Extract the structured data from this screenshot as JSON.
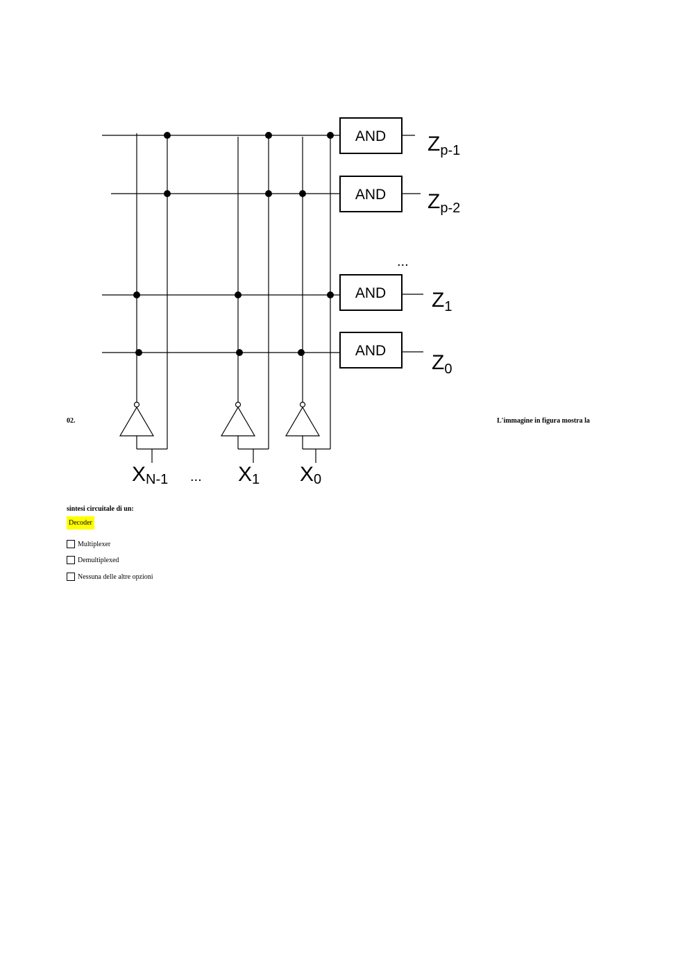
{
  "question": {
    "number": "02.",
    "text_part1": "L'immagine in figura mostra la",
    "text_part2": "sintesi circuitale di un:"
  },
  "options": [
    {
      "label": "Decoder",
      "selected": true
    },
    {
      "label": "Multiplexer",
      "selected": false
    },
    {
      "label": "Demultiplexed",
      "selected": false
    },
    {
      "label": "Nessuna delle altre opzioni",
      "selected": false
    }
  ],
  "diagram": {
    "gate_label": "AND",
    "ellipsis": "...",
    "outputs": {
      "zp1": {
        "base": "Z",
        "sub": "p-1"
      },
      "zp2": {
        "base": "Z",
        "sub": "p-2"
      },
      "z1": {
        "base": "Z",
        "sub": "1"
      },
      "z0": {
        "base": "Z",
        "sub": "0"
      }
    },
    "inputs": {
      "xn1": {
        "base": "X",
        "sub": "N-1"
      },
      "x1": {
        "base": "X",
        "sub": "1"
      },
      "x0": {
        "base": "X",
        "sub": "0"
      }
    }
  }
}
